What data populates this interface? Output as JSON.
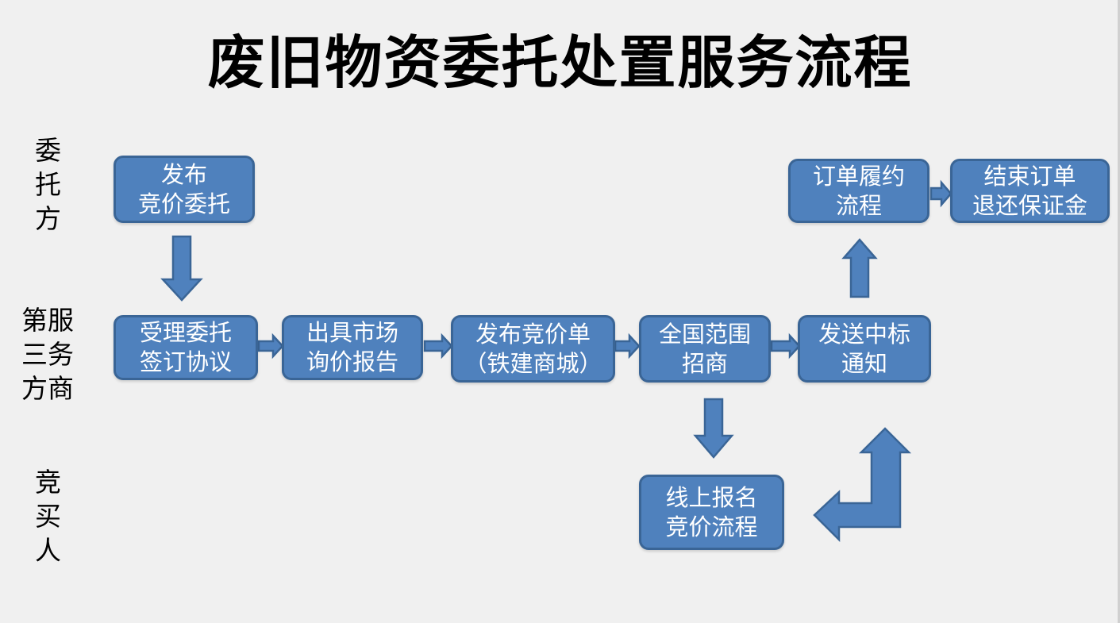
{
  "title": "废旧物资委托处置服务流程",
  "lanes": {
    "client": "委\n托\n方",
    "service": "第服\n三务\n方商",
    "buyer": "竞\n买\n人"
  },
  "steps": {
    "publish_entrust": "发布\n竞价委托",
    "accept_sign": "受理委托\n签订协议",
    "market_report": "出具市场\n询价报告",
    "publish_bid": "发布竞价单\n（铁建商城）",
    "national_invite": "全国范围\n招商",
    "send_notice": "发送中标\n通知",
    "order_fulfill": "订单履约\n流程",
    "close_order": "结束订单\n退还保证金",
    "online_bid": "线上报名\n竞价流程"
  },
  "colors": {
    "box_fill": "#4f81bd",
    "box_border": "#3a6596",
    "background": "#f0f0f0"
  }
}
